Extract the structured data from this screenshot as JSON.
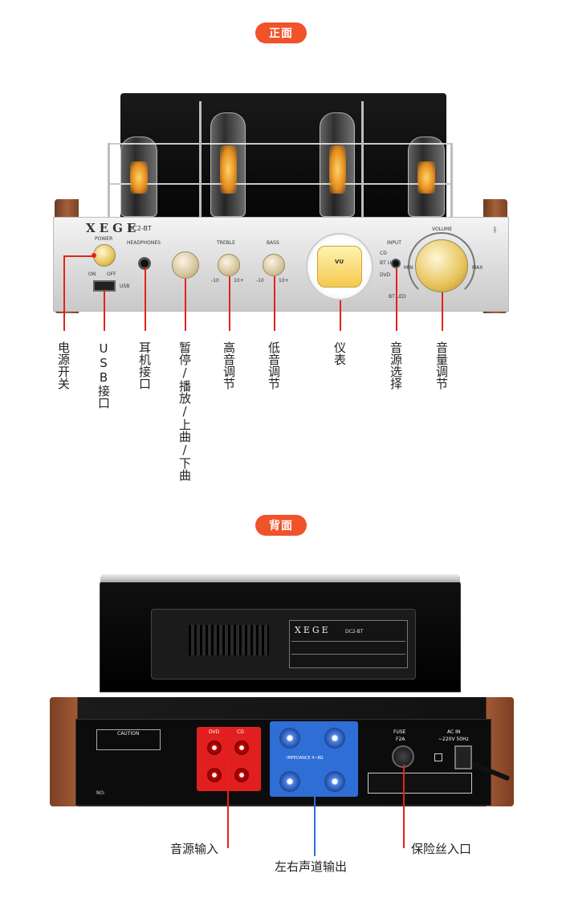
{
  "badges": {
    "front": "正面",
    "back": "背面"
  },
  "front_panel_print": {
    "brand": "XEGE",
    "model": "DC2-BT",
    "power": "POWER",
    "on": "ON",
    "off": "OFF",
    "headphones": "HEADPHONES",
    "usb": "USB",
    "treble": "TREBLE",
    "bass": "BASS",
    "input": "INPUT",
    "input_options": [
      "CD",
      "BT USB",
      "DVD"
    ],
    "bt_led": "BT LED",
    "volume": "VOLUME",
    "vol_min": "MIN",
    "vol_max": "MAX",
    "vu": "VU",
    "scale_left": "-10",
    "scale_right": "10+"
  },
  "front_callouts": [
    "电源开关",
    "USB接口",
    "耳机接口",
    "暂停/播放/上曲/下曲",
    "高音调节",
    "低音调节",
    "仪表",
    "音源选择",
    "音量调节"
  ],
  "back_panel_print": {
    "plate_brand": "XEGE",
    "plate_model": "DC2-BT",
    "caution": "CAUTION",
    "dvd": "DVD",
    "cd": "CD",
    "impedance": "IMPEDANCE 4~8Ω",
    "fuse": "FUSE",
    "fuse_rating": "F2A",
    "ac_in": "AC IN",
    "ac_rating": "~220V 50Hz",
    "no": "NO:"
  },
  "back_callouts": [
    "音源输入",
    "左右声道输出",
    "保险丝入口"
  ],
  "colors": {
    "badge": "#f0522a",
    "callout_red": "#e2231a",
    "callout_blue": "#2f6ed7"
  }
}
